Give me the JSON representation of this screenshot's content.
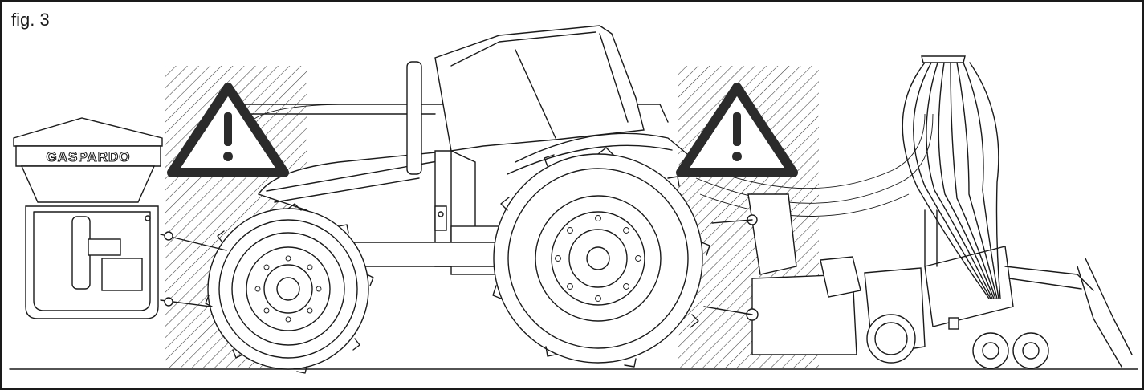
{
  "figure": {
    "label": "fig. 3"
  },
  "machine": {
    "brand_text": "GASPARDO"
  },
  "colors": {
    "line": "#1a1a1a",
    "warning_fill": "#2b2b2b",
    "background": "#ffffff"
  },
  "icons": {
    "hazard_zone": "diagonal-hatch",
    "warning": "warning-triangle-icon"
  }
}
